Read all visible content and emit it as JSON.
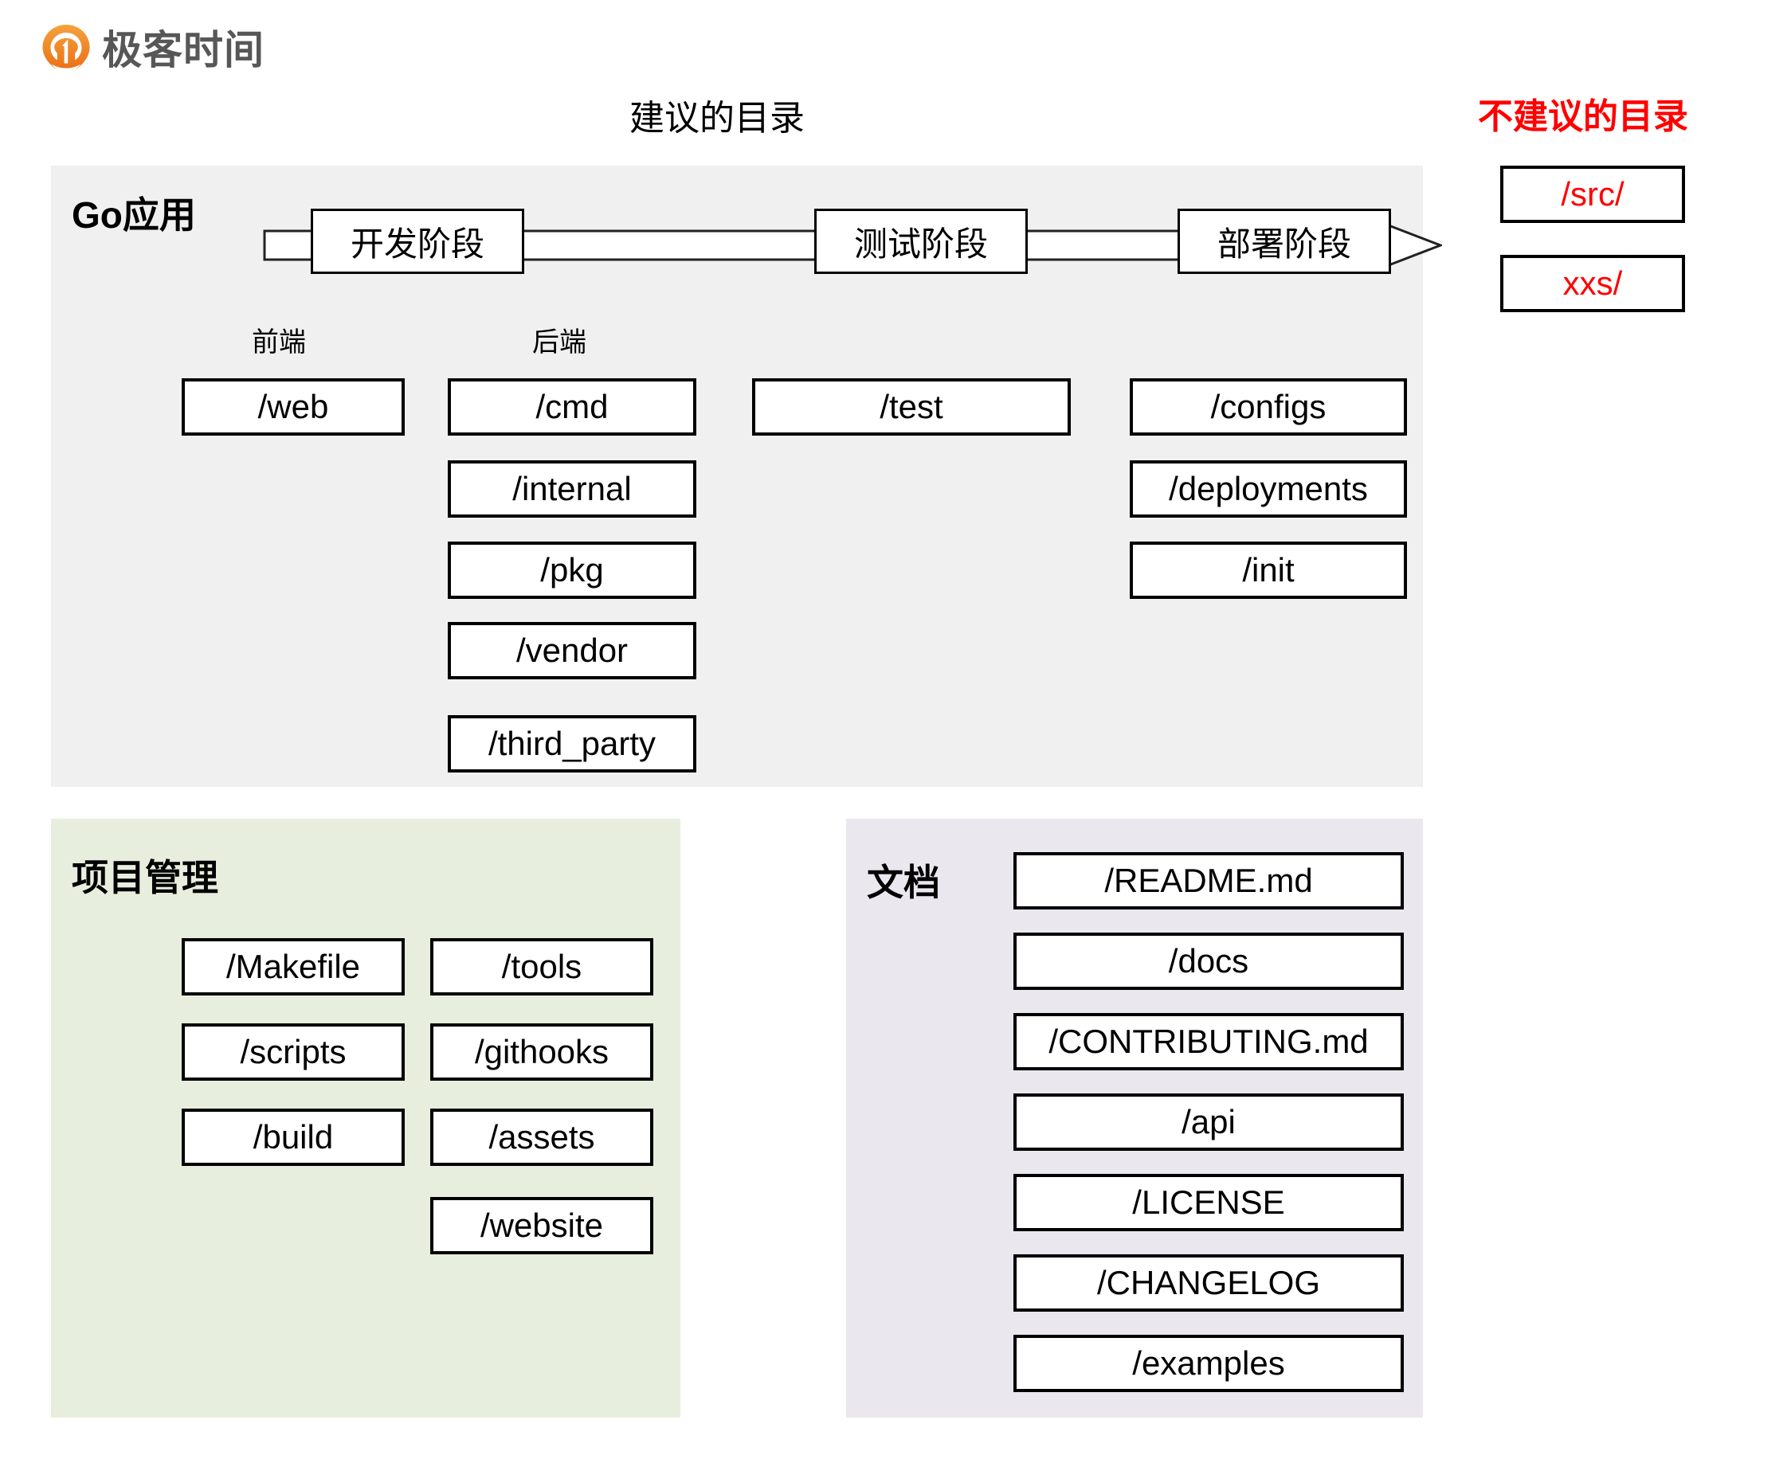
{
  "brand": {
    "name": "极客时间",
    "logo_icon": "geektime-pin-icon",
    "logo_color": "#ee7620",
    "text_color": "#575757"
  },
  "headings": {
    "suggested": "建议的目录",
    "not_suggested": "不建议的目录",
    "not_suggested_color": "#ff0000"
  },
  "panels": {
    "go_app": {
      "heading": "Go应用",
      "background": "#f0f0f0",
      "timeline": {
        "phases": [
          "开发阶段",
          "测试阶段",
          "部署阶段"
        ],
        "arrow_direction": "right"
      },
      "column_labels": {
        "frontend": "前端",
        "backend": "后端"
      },
      "frontend_dirs": [
        "/web"
      ],
      "backend_dirs": [
        "/cmd",
        "/internal",
        "/pkg",
        "/vendor",
        "/third_party"
      ],
      "test_dirs": [
        "/test"
      ],
      "deploy_dirs": [
        "/configs",
        "/deployments",
        "/init"
      ]
    },
    "project_management": {
      "heading": "项目管理",
      "background": "#e8eedd",
      "column_left": [
        "/Makefile",
        "/scripts",
        "/build"
      ],
      "column_right": [
        "/tools",
        "/githooks",
        "/assets",
        "/website"
      ]
    },
    "documentation": {
      "heading": "文档",
      "background": "#eae7ef",
      "dirs": [
        "/README.md",
        "/docs",
        "/CONTRIBUTING.md",
        "/api",
        "/LICENSE",
        "/CHANGELOG",
        "/examples"
      ]
    },
    "not_recommended": {
      "dirs": [
        "/src/",
        "xxs/"
      ],
      "text_color": "#ff0000"
    }
  }
}
